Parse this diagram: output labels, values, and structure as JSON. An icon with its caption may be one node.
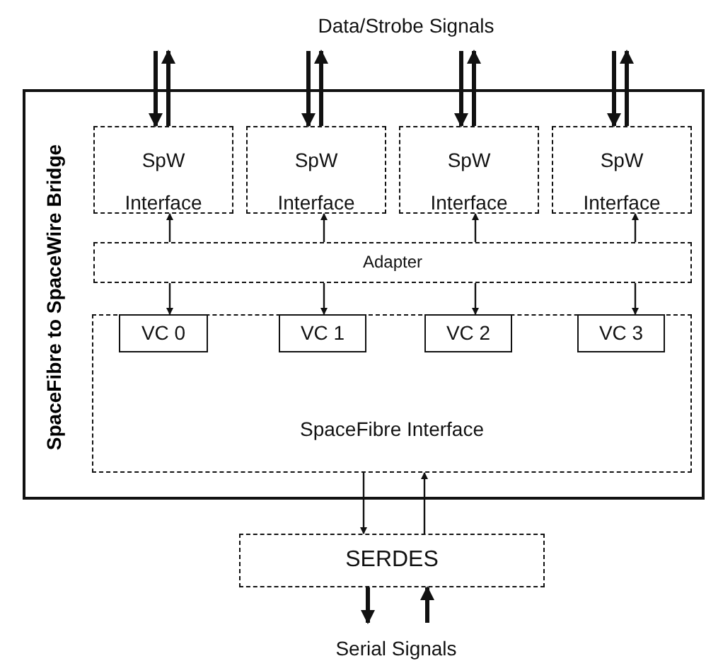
{
  "diagram": {
    "nodes": [
      {
        "text": [
          "SpaceFibre to SpaceWire Bridge"
        ]
      },
      {
        "text": [
          "SpW Interface"
        ],
        "in": 0
      },
      {
        "text": [
          "SpW Interface"
        ],
        "in": 0
      },
      {
        "text": [
          "SpW Interface"
        ],
        "in": 0
      },
      {
        "text": [
          "SpW Interface"
        ],
        "in": 0
      },
      {
        "text": [
          "Adapter"
        ],
        "in": 0
      },
      {
        "text": [
          "SpaceFibre Interface"
        ],
        "in": 0
      },
      {
        "text": [
          "VC 0"
        ],
        "in": 6
      },
      {
        "text": [
          "VC 1"
        ],
        "in": 6
      },
      {
        "text": [
          "VC 2"
        ],
        "in": 6
      },
      {
        "text": [
          "VC 3"
        ],
        "in": 6
      },
      {
        "text": [
          "SERDES"
        ]
      },
      {
        "text": [
          "Data/Strobe Signals"
        ]
      },
      {
        "text": [
          "Serial Signals"
        ]
      }
    ],
    "edges": [
      {
        "from": null,
        "to": 1,
        "arrow": "to",
        "style": "thick"
      },
      {
        "from": 1,
        "to": null,
        "arrow": "to",
        "style": "thick"
      },
      {
        "from": 12,
        "to": 2,
        "arrow": "to",
        "style": "thick"
      },
      {
        "from": 2,
        "to": 12,
        "arrow": "to",
        "style": "thick"
      },
      {
        "from": 12,
        "to": 3,
        "arrow": "to",
        "style": "thick"
      },
      {
        "from": 3,
        "to": 12,
        "arrow": "to",
        "style": "thick"
      },
      {
        "from": null,
        "to": 4,
        "arrow": "to",
        "style": "thick"
      },
      {
        "from": 4,
        "to": null,
        "arrow": "to",
        "style": "thick"
      },
      {
        "from": 5,
        "to": 1,
        "arrow": "to"
      },
      {
        "from": 5,
        "to": 7,
        "arrow": "to"
      },
      {
        "from": 5,
        "to": 2,
        "arrow": "to"
      },
      {
        "from": 5,
        "to": 8,
        "arrow": "to"
      },
      {
        "from": 5,
        "to": 3,
        "arrow": "to"
      },
      {
        "from": 5,
        "to": 9,
        "arrow": "to"
      },
      {
        "from": 5,
        "to": 4,
        "arrow": "to"
      },
      {
        "from": 5,
        "to": 10,
        "arrow": "to"
      },
      {
        "from": 6,
        "to": 11,
        "arrow": "to"
      },
      {
        "from": 11,
        "to": 6,
        "arrow": "to"
      },
      {
        "from": 11,
        "to": 13,
        "arrow": "to",
        "style": "thick"
      },
      {
        "from": 13,
        "to": 11,
        "arrow": "to",
        "style": "thick"
      }
    ]
  }
}
